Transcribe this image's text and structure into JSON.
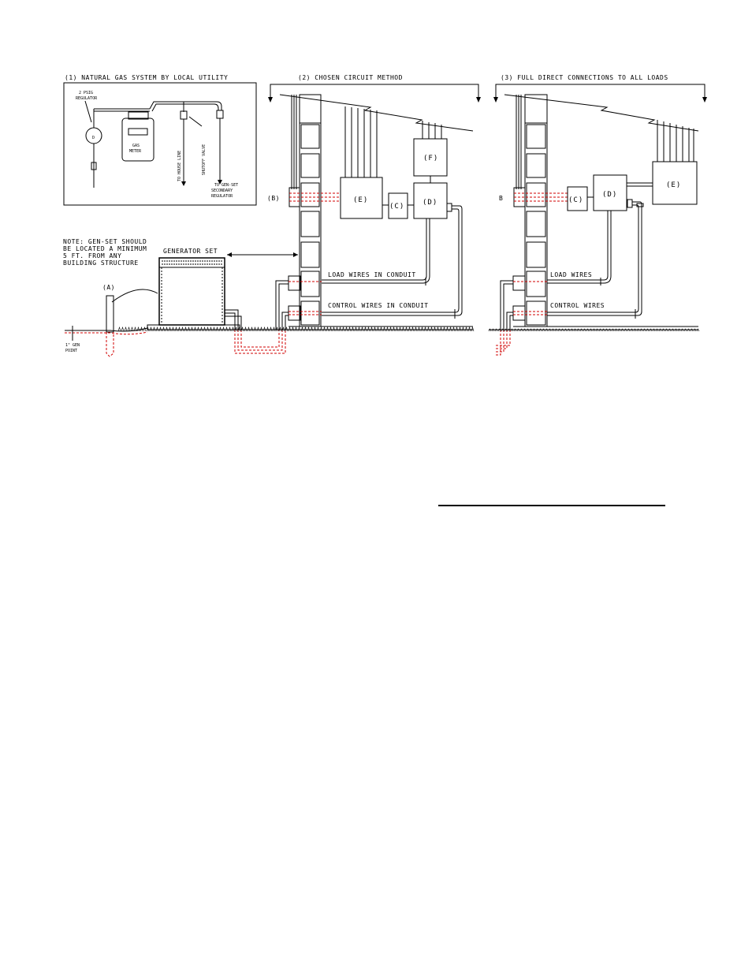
{
  "panels": {
    "p1_title": "(1) NATURAL GAS SYSTEM BY LOCAL UTILITY",
    "p2_title": "(2) CHOSEN CIRCUIT METHOD",
    "p3_title": "(3) FULL DIRECT CONNECTIONS TO ALL LOADS"
  },
  "gas": {
    "regulator": "2 PSIG REGULATOR",
    "regulator_l1": "2 PSIG",
    "regulator_l2": "REGULATOR",
    "d_label": "D",
    "meter_l1": "GAS",
    "meter_l2": "METER",
    "house_line": "TO HOUSE LINE",
    "shutoff_valve": "SHUTOFF VALVE",
    "to_genset_l1": "TO GEN-SET",
    "to_genset_l2": "SECONDARY",
    "to_genset_l3": "REGULATOR"
  },
  "note": {
    "l1": "NOTE: GEN-SET SHOULD",
    "l2": "BE LOCATED A MINIMUM",
    "l3": "5 FT. FROM ANY",
    "l4": "BUILDING STRUCTURE"
  },
  "generator": {
    "label": "GENERATOR SET",
    "marker_a": "(A)"
  },
  "ground": {
    "l1": "1\" GEN",
    "l2": "POINT"
  },
  "p2": {
    "b": "(B)",
    "c": "(C)",
    "d": "(D)",
    "e": "(E)",
    "f": "(F)",
    "load_wires": "LOAD WIRES IN CONDUIT",
    "control_wires": "CONTROL WIRES IN CONDUIT"
  },
  "p3": {
    "b": "B",
    "c": "(C)",
    "d": "(D)",
    "e": "(E)",
    "load_wires": "LOAD WIRES",
    "control_wires": "CONTROL WIRES"
  },
  "colors": {
    "line": "#000000",
    "dashed_conduit": "#d10000",
    "background": "#ffffff"
  }
}
